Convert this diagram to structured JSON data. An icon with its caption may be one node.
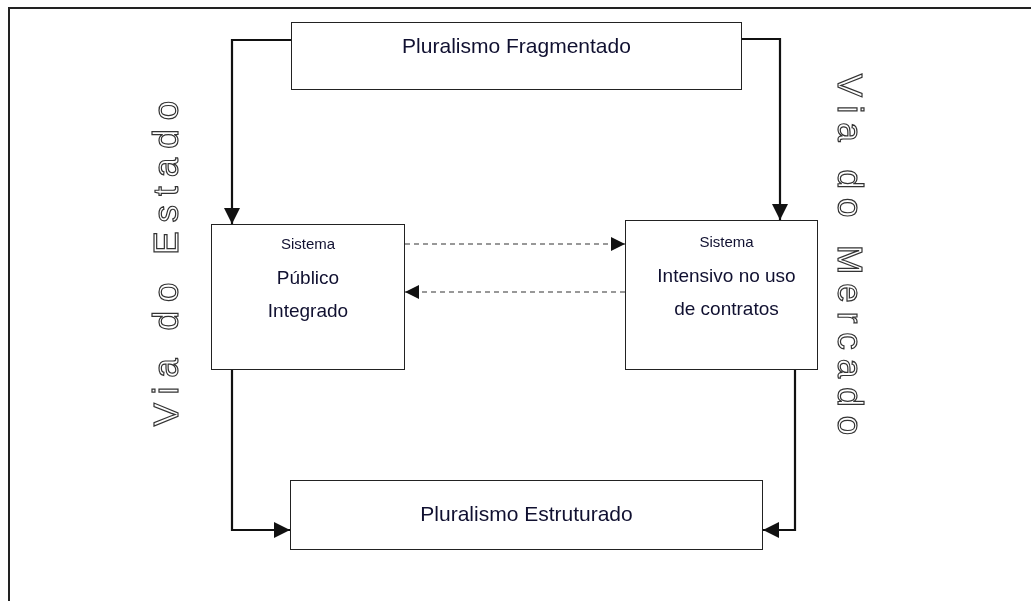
{
  "diagram": {
    "nodes": [
      {
        "text": [
          "Pluralismo Fragmentado"
        ]
      },
      {
        "text": [
          "Sistema",
          "Público Integrado"
        ]
      },
      {
        "text": [
          "Sistema",
          "Intensivo no uso de contratos"
        ]
      },
      {
        "text": [
          "Pluralismo Estruturado"
        ]
      }
    ],
    "edges": [
      {
        "from": 0,
        "to": 1,
        "arrow": "to"
      },
      {
        "from": 0,
        "to": 2,
        "arrow": "to"
      },
      {
        "from": 1,
        "to": 2,
        "arrow": "to",
        "style": "dashed",
        "color": "#777777"
      },
      {
        "from": 2,
        "to": 1,
        "arrow": "to",
        "style": "dashed",
        "color": "#777777"
      },
      {
        "from": 1,
        "to": 3,
        "arrow": "to"
      },
      {
        "from": 2,
        "to": 3,
        "arrow": "to"
      }
    ],
    "labels": [
      "Via do Estado",
      "Via do Mercado"
    ]
  }
}
